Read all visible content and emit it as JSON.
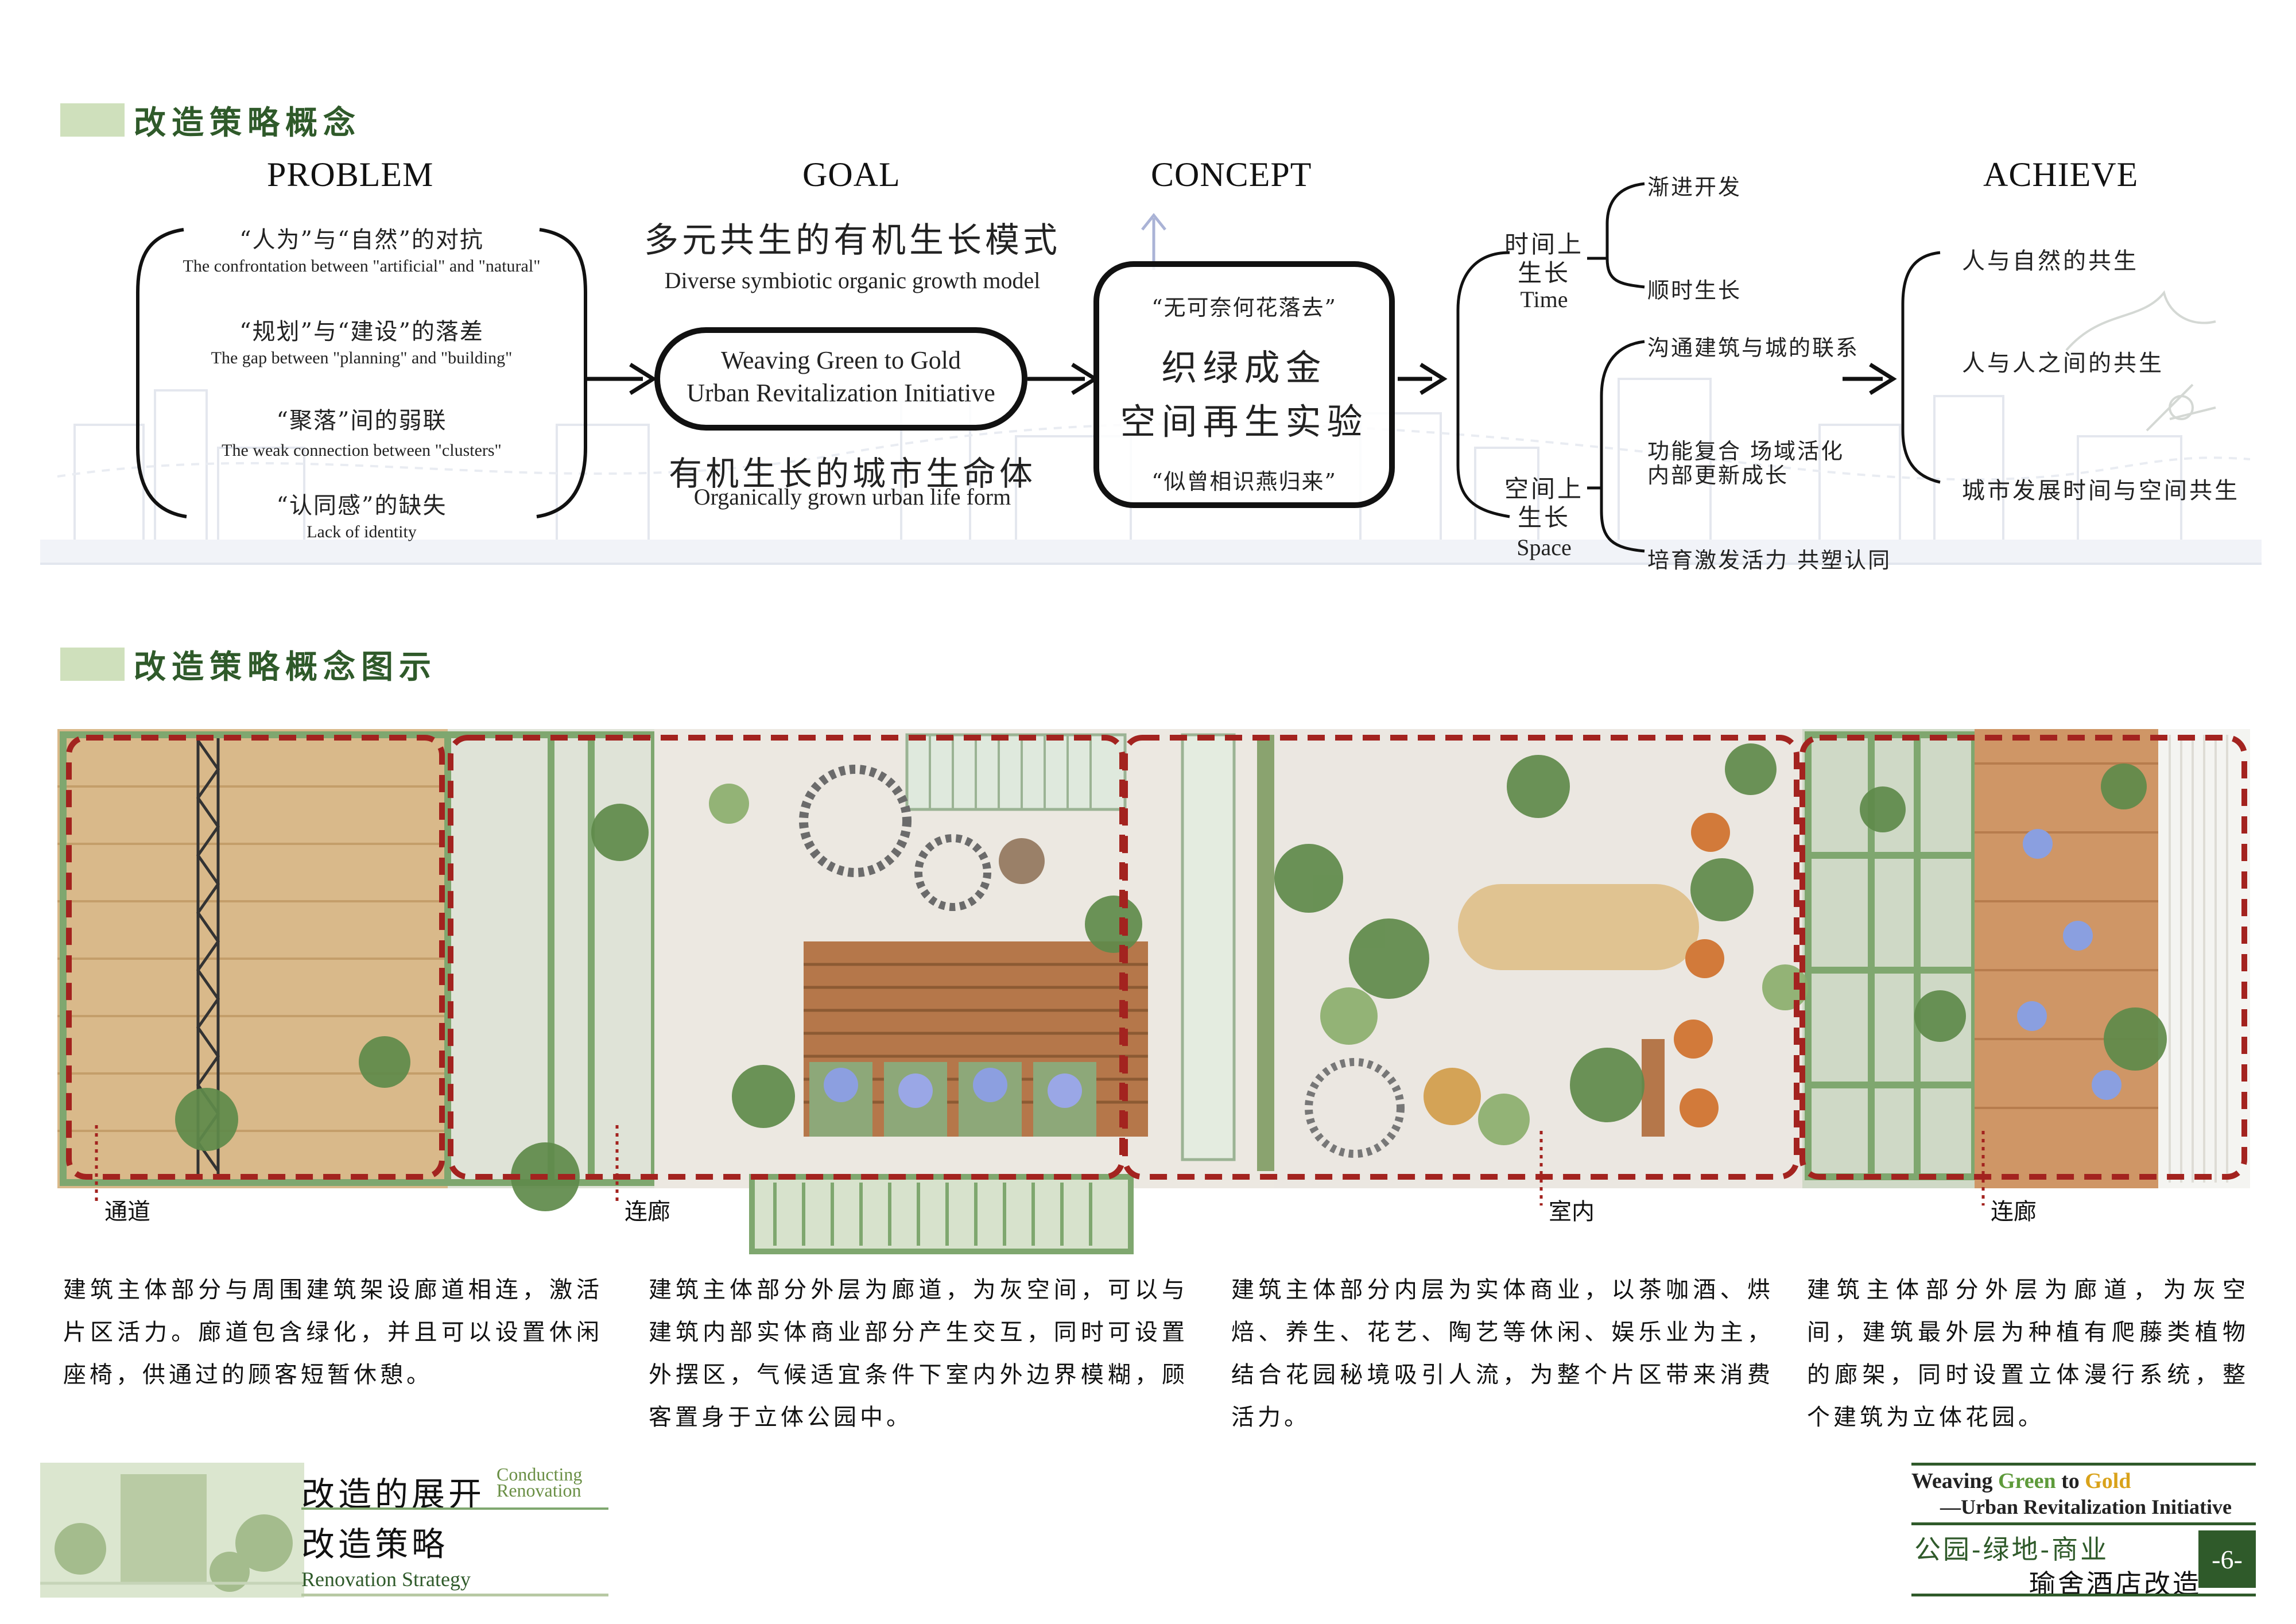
{
  "section1": {
    "title": "改造策略概念"
  },
  "section2": {
    "title": "改造策略概念图示"
  },
  "columns": {
    "problem": "PROBLEM",
    "goal": "GOAL",
    "concept": "CONCEPT",
    "achieve": "ACHIEVE"
  },
  "problems": [
    {
      "cn": "“人为”与“自然”的对抗",
      "en": "The confrontation between \"artificial\" and \"natural\""
    },
    {
      "cn": "“规划”与“建设”的落差",
      "en": "The gap between \"planning\" and \"building\""
    },
    {
      "cn": "“聚落”间的弱联",
      "en": "The weak connection between \"clusters\""
    },
    {
      "cn": "“认同感”的缺失",
      "en": "Lack of identity"
    }
  ],
  "goal": {
    "top_cn": "多元共生的有机生长模式",
    "top_en": "Diverse symbiotic organic growth model",
    "box_line1": "Weaving Green to Gold",
    "box_line2": "Urban Revitalization Initiative",
    "bottom_cn": "有机生长的城市生命体",
    "bottom_en": "Organically grown urban life form"
  },
  "concept": {
    "quote_top": "“无可奈何花落去”",
    "main1": "织绿成金",
    "main2": "空间再生实验",
    "quote_bottom": "“似曾相识燕归来”"
  },
  "growth": {
    "time_cn1": "时间上",
    "time_cn2": "生长",
    "time_en": "Time",
    "space_cn1": "空间上",
    "space_cn2": "生长",
    "space_en": "Space",
    "time_items": [
      "渐进开发",
      "顺时生长"
    ],
    "space_items": [
      "沟通建筑与城的联系",
      "功能复合 场域活化",
      "内部更新成长",
      "培育激发活力 共塑认同"
    ]
  },
  "achieve_items": [
    "人与自然的共生",
    "人与人之间的共生",
    "城市发展时间与空间共生"
  ],
  "plan_labels": [
    "通道",
    "连廊",
    "室内",
    "连廊"
  ],
  "descriptions": [
    "建筑主体部分与周围建筑架设廊道相连，激活片区活力。廊道包含绿化，并且可以设置休闲座椅，供通过的顾客短暂休憩。",
    "建筑主体部分外层为廊道，为灰空间，可以与建筑内部实体商业部分产生交互，同时可设置外摆区，气候适宜条件下室内外边界模糊，顾客置身于立体公园中。",
    "建筑主体部分内层为实体商业，以茶咖酒、烘焙、养生、花艺、陶艺等休闲、娱乐业为主，结合花园秘境吸引人流，为整个片区带来消费活力。",
    "建筑主体部分外层为廊道，为灰空间，建筑最外层为种植有爬藤类植物的廊架，同时设置立体漫行系统，整个建筑为立体花园。"
  ],
  "footer_left": {
    "cn1": "改造的展开",
    "en1a": "Conducting",
    "en1b": "Renovation",
    "cn2": "改造策略",
    "en2": "Renovation Strategy"
  },
  "footer_right": {
    "w1": "Weaving ",
    "w2": "Green",
    "w3": " to ",
    "w4": "Gold",
    "sub": "—Urban Revitalization Initiative",
    "cn1": "公园-绿地-商业",
    "cn2": "瑜舍酒店改造",
    "page": "-6-"
  },
  "colors": {
    "accent_green": "#2f5a2a",
    "header_bar": "#cfe0bc",
    "gold": "#d9a21a",
    "red_dash": "#a3231f",
    "frame_green": "#7fa76f"
  }
}
